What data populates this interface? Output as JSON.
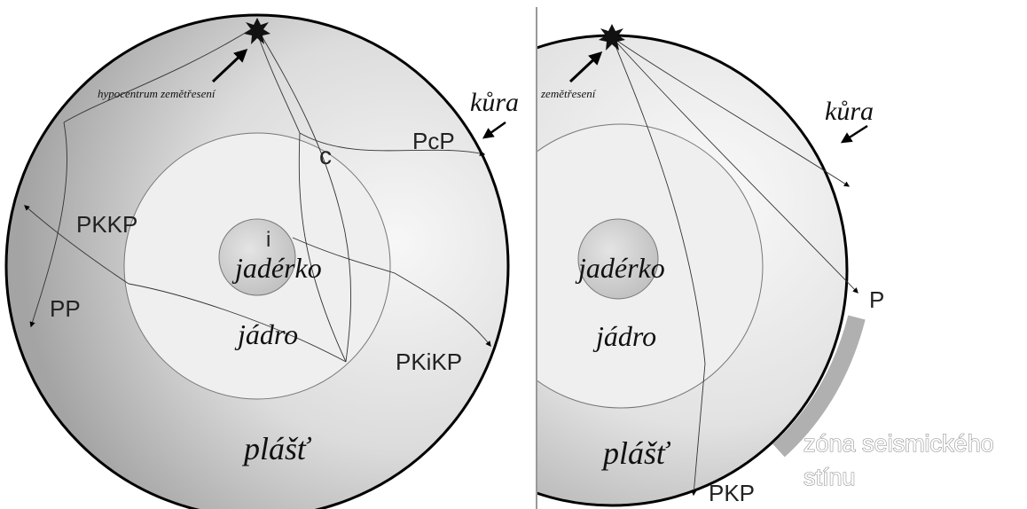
{
  "left_panel": {
    "labels": {
      "hypocentre": "hypocentrum zemětřesení",
      "crust": "kůra",
      "core": "jádro",
      "inner_core": "jadérko",
      "mantle": "plášť",
      "core_marker": "c",
      "inner_core_marker": "i",
      "wave_pcp": "PcP",
      "wave_pkkp": "PKKP",
      "wave_pp": "PP",
      "wave_pkikp": "PKiKP"
    }
  },
  "right_panel": {
    "labels": {
      "hypocentre": "zemětřesení",
      "crust": "kůra",
      "core": "jádro",
      "inner_core": "jadérko",
      "mantle": "plášť",
      "wave_p": "P",
      "wave_pkp": "PKP",
      "shadow_zone_line1": "zóna seismického",
      "shadow_zone_line2": "stínu"
    }
  },
  "colors": {
    "mantle_dark": "#a8a8a8",
    "mantle_light": "#f3f3f3",
    "core_fill": "#efefef",
    "inner_core_fill": "#cfcfcf",
    "shadow_zone": "#b0b0b0",
    "outline": "#000000"
  }
}
